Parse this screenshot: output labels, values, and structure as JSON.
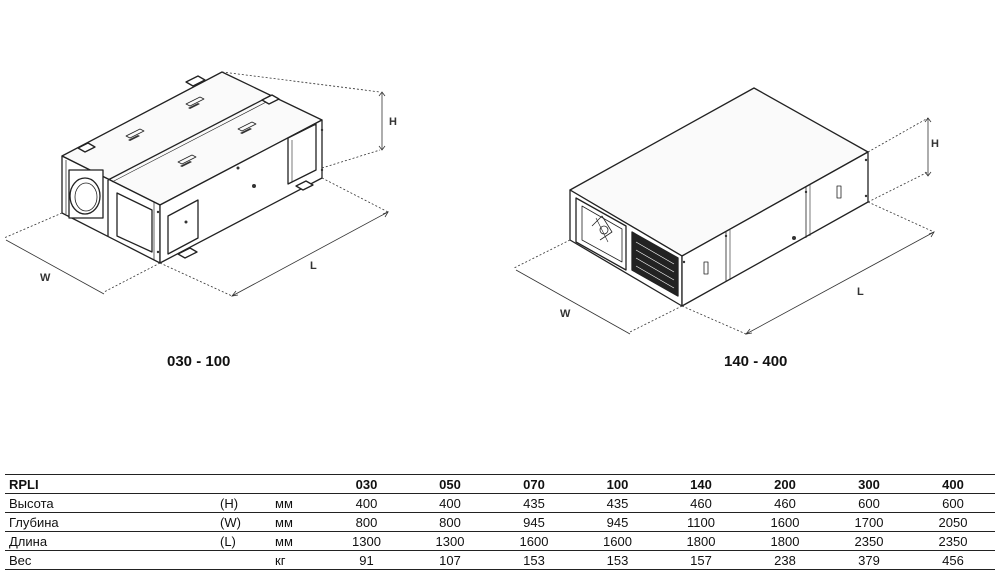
{
  "drawings": {
    "left": {
      "caption": "030 - 100",
      "dim_h": "H",
      "dim_w": "W",
      "dim_l": "L"
    },
    "right": {
      "caption": "140 - 400",
      "dim_h": "H",
      "dim_w": "W",
      "dim_l": "L"
    }
  },
  "table": {
    "title": "RPLI",
    "models": [
      "030",
      "050",
      "070",
      "100",
      "140",
      "200",
      "300",
      "400"
    ],
    "rows": [
      {
        "label": "Высота",
        "code": "(H)",
        "unit": "мм",
        "values": [
          "400",
          "400",
          "435",
          "435",
          "460",
          "460",
          "600",
          "600"
        ]
      },
      {
        "label": "Глубина",
        "code": "(W)",
        "unit": "мм",
        "values": [
          "800",
          "800",
          "945",
          "945",
          "1100",
          "1600",
          "1700",
          "2050"
        ]
      },
      {
        "label": "Длина",
        "code": "(L)",
        "unit": "мм",
        "values": [
          "1300",
          "1300",
          "1600",
          "1600",
          "1800",
          "1800",
          "2350",
          "2350"
        ]
      },
      {
        "label": "Вес",
        "code": "",
        "unit": "кг",
        "values": [
          "91",
          "107",
          "153",
          "153",
          "157",
          "238",
          "379",
          "456"
        ]
      }
    ]
  }
}
